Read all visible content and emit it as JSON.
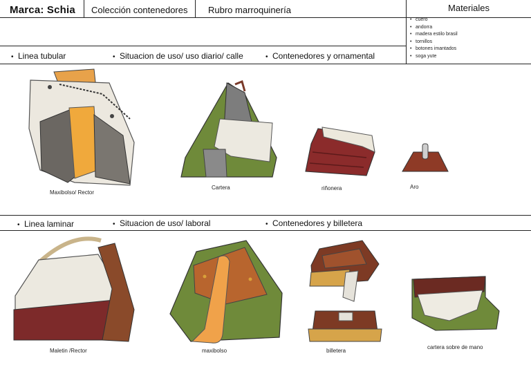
{
  "header": {
    "brand": "Marca: Schia",
    "collection": "Colección contenedores",
    "rubro": "Rubro marroquinería",
    "materials_title": "Materiales"
  },
  "materials": [
    "cuero",
    "andorra",
    "madera estilo brasil",
    "tornillos",
    "botones imantados",
    "soga yute"
  ],
  "row1": {
    "bullets": [
      "Linea tubular",
      "Situacion de uso/ uso diario/ calle",
      "Contenedores y ornamental"
    ],
    "captions": [
      "Maxibolso/ Rector",
      "Cartera",
      "riñonera",
      "Aro"
    ]
  },
  "row2": {
    "bullets": [
      "Linea laminar",
      "Situacion de uso/ laboral",
      "Contenedores y billetera"
    ],
    "captions": [
      "Maletin /Rector",
      "maxibolso",
      "billetera",
      "cartera sobre de mano"
    ]
  }
}
